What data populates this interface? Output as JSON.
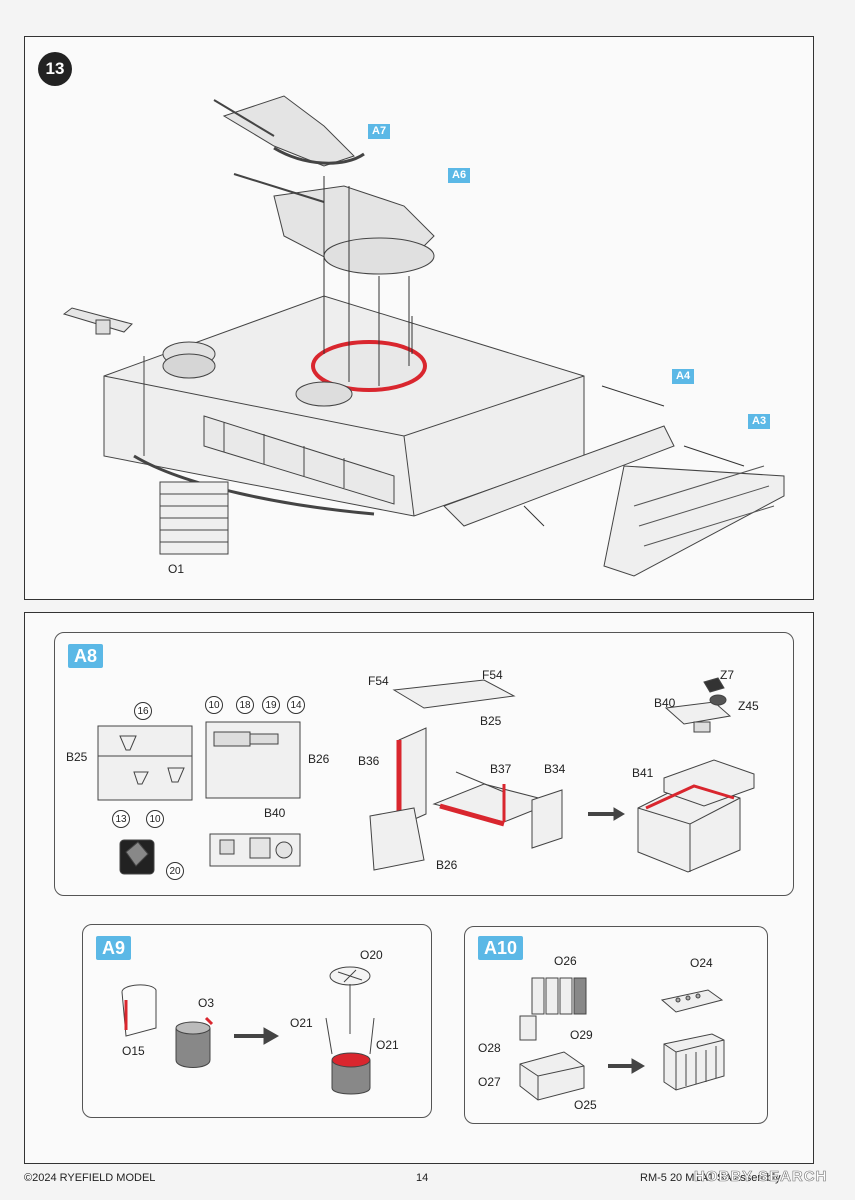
{
  "step": {
    "number": "13"
  },
  "main_tags": {
    "a7": "A7",
    "a6": "A6",
    "a4": "A4",
    "a3": "A3"
  },
  "main_labels": {
    "o1": "O1"
  },
  "a8": {
    "tag": "A8",
    "labels": {
      "b25_left": "B25",
      "b26_mid": "B26",
      "b40_bottom": "B40",
      "f54_a": "F54",
      "f54_b": "F54",
      "b25_top": "B25",
      "b36": "B36",
      "b37": "B37",
      "b34": "B34",
      "b26_lower": "B26",
      "z7": "Z7",
      "b40_right": "B40",
      "z45": "Z45",
      "b41": "B41"
    },
    "numbers": {
      "n16": "16",
      "n13": "13",
      "n10a": "10",
      "n10b": "10",
      "n18": "18",
      "n19": "19",
      "n14": "14",
      "n20": "20"
    }
  },
  "a9": {
    "tag": "A9",
    "labels": {
      "o3": "O3",
      "o15": "O15",
      "o20": "O20",
      "o21a": "O21",
      "o21b": "O21"
    }
  },
  "a10": {
    "tag": "A10",
    "labels": {
      "o26": "O26",
      "o28": "O28",
      "o29": "O29",
      "o27": "O27",
      "o25": "O25",
      "o24": "O24"
    }
  },
  "footer": {
    "copyright": "©2024 RYEFIELD MODEL",
    "page": "14",
    "code": "RM-5 20 M1A1 SA assembly",
    "watermark": "HOBBY SEARCH"
  },
  "colors": {
    "accent": "#5bb8e6",
    "glue": "#d9262e"
  }
}
